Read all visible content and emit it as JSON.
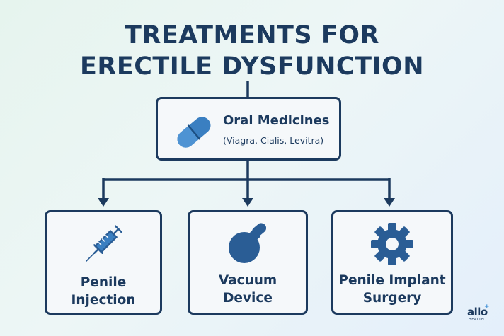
{
  "title": {
    "line1": "TREATMENTS FOR",
    "line2": "ERECTILE DYSFUNCTION"
  },
  "top_node": {
    "name": "Oral Medicines",
    "examples": "(Viagra, Cialis, Levitra)",
    "icon": "pill-icon"
  },
  "options": [
    {
      "label": "Penile Injection",
      "icon": "syringe-icon"
    },
    {
      "label": "Vacuum Device",
      "icon": "vacuum-pump-icon"
    },
    {
      "label": "Penile Implant Surgery",
      "icon": "gear-icon"
    }
  ],
  "colors": {
    "navy": "#1c3a5e",
    "accent_blue": "#3477b6",
    "box_fill": "#f5f8fa"
  },
  "logo": {
    "name": "allo",
    "tagline": "HEALTH"
  }
}
